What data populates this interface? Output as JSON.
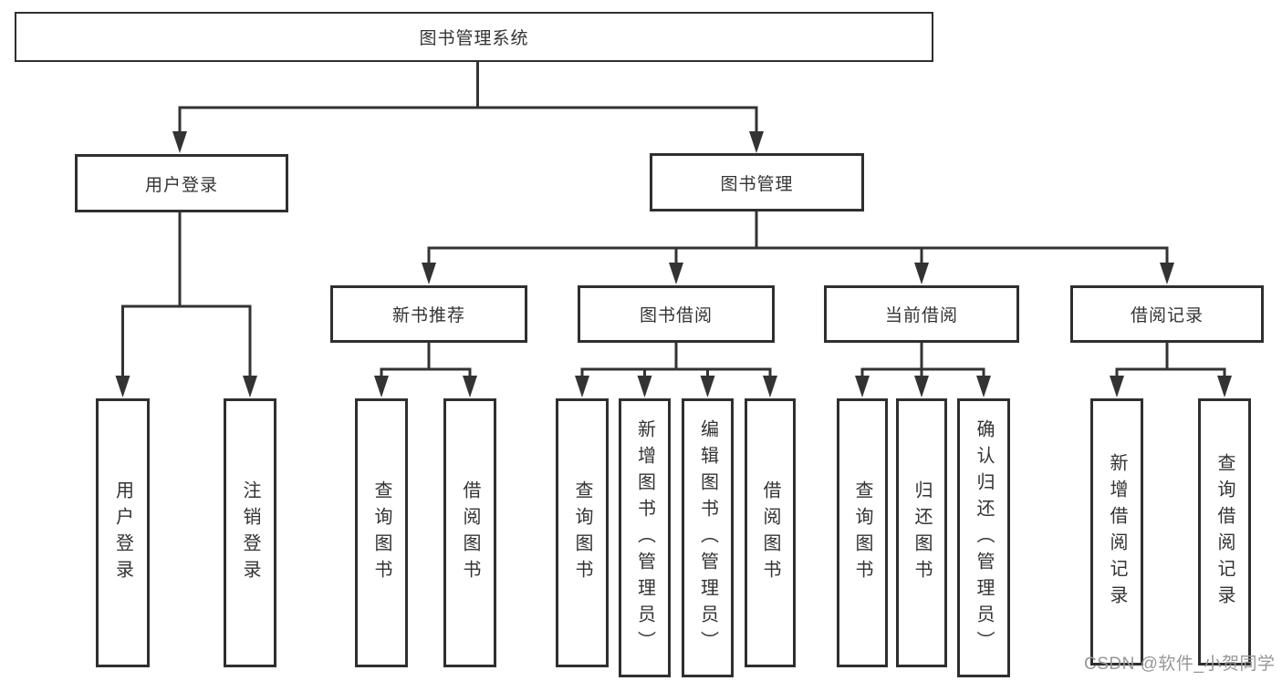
{
  "tree": {
    "label": "图书管理系统",
    "children": [
      {
        "label": "用户登录",
        "children": [
          {
            "label": "用户登录"
          },
          {
            "label": "注销登录"
          }
        ]
      },
      {
        "label": "图书管理",
        "children": [
          {
            "label": "新书推荐",
            "children": [
              {
                "label": "查询图书"
              },
              {
                "label": "借阅图书"
              }
            ]
          },
          {
            "label": "图书借阅",
            "children": [
              {
                "label": "查询图书"
              },
              {
                "label": "新增图书（管理员）"
              },
              {
                "label": "编辑图书（管理员）"
              },
              {
                "label": "借阅图书"
              }
            ]
          },
          {
            "label": "当前借阅",
            "children": [
              {
                "label": "查询图书"
              },
              {
                "label": "归还图书"
              },
              {
                "label": "确认归还（管理员）"
              }
            ]
          },
          {
            "label": "借阅记录",
            "children": [
              {
                "label": "新增借阅记录"
              },
              {
                "label": "查询借阅记录"
              }
            ]
          }
        ]
      }
    ]
  },
  "watermark": "CSDN @软件_小贺同学",
  "colors": {
    "line": "#333333",
    "box_border": "#2f2f2f",
    "text": "#333333",
    "watermark": "#979797",
    "background": "#ffffff"
  }
}
